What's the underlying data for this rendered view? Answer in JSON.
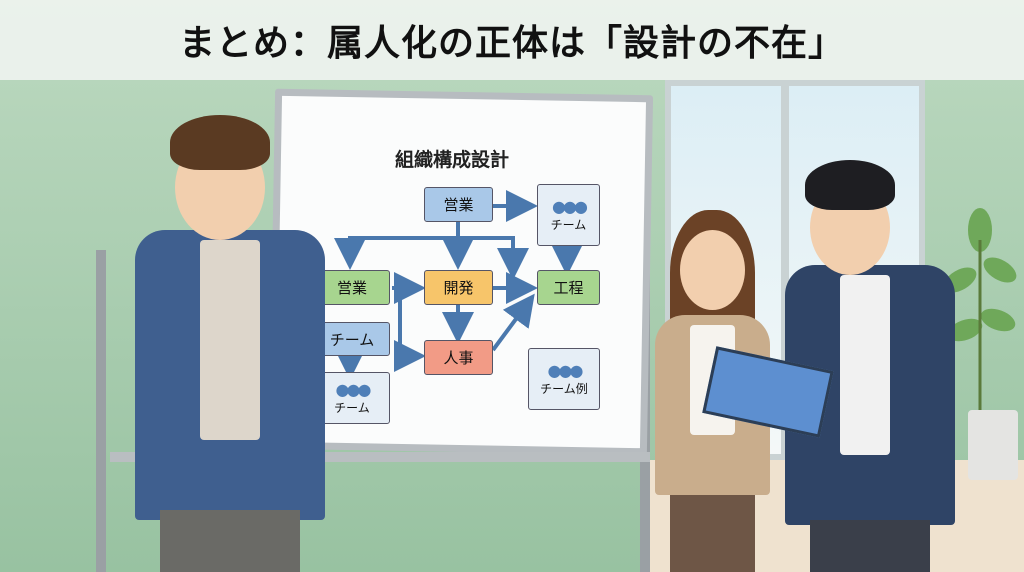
{
  "title": "まとめ：属人化の正体は「設計の不在」",
  "whiteboard": {
    "title": "組織構成設計",
    "nodes": {
      "top_sales": "営業",
      "top_team": "チーム",
      "sales": "営業",
      "dev": "開発",
      "process": "工程",
      "team_box": "チーム",
      "hr": "人事",
      "team_card_left": "チーム",
      "team_example": "チーム例"
    }
  },
  "colors": {
    "blue": "#a9c8e8",
    "green": "#a7d58f",
    "orange": "#f7c56a",
    "red": "#f29b86",
    "wall": "#a9cdb0"
  }
}
